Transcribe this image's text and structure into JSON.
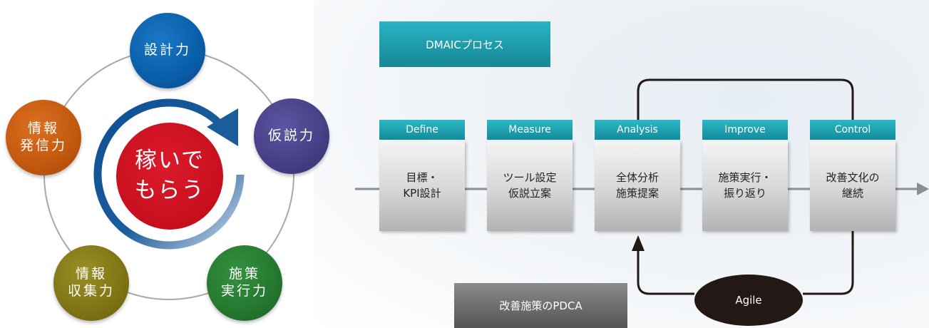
{
  "skills_diagram": {
    "center": "稼いで\nもらう",
    "nodes": [
      {
        "id": "design",
        "label": "設計力",
        "color": "#0a5ea8"
      },
      {
        "id": "hypothesis",
        "label": "仮説力",
        "color": "#463f86"
      },
      {
        "id": "execution",
        "label": "施策\n実行力",
        "color": "#25772f"
      },
      {
        "id": "collection",
        "label": "情報\n収集力",
        "color": "#7f7414"
      },
      {
        "id": "dissemination",
        "label": "情報\n発信力",
        "color": "#c2580e"
      }
    ]
  },
  "process": {
    "dmaic_label": "DMAICプロセス",
    "pdca_label": "改善施策のPDCA",
    "agile_label": "Agile",
    "steps": [
      {
        "head": "Define",
        "body": "目標・\nKPI設計"
      },
      {
        "head": "Measure",
        "body": "ツール設定\n仮説立案"
      },
      {
        "head": "Analysis",
        "body": "全体分析\n施策提案"
      },
      {
        "head": "Improve",
        "body": "施策実行・\n振り返り"
      },
      {
        "head": "Control",
        "body": "改善文化の\n継続"
      }
    ]
  },
  "colors": {
    "teal": "#1fa3b4",
    "center_red": "#c70f1e",
    "cycle_arrow": "#1b5c9b"
  }
}
